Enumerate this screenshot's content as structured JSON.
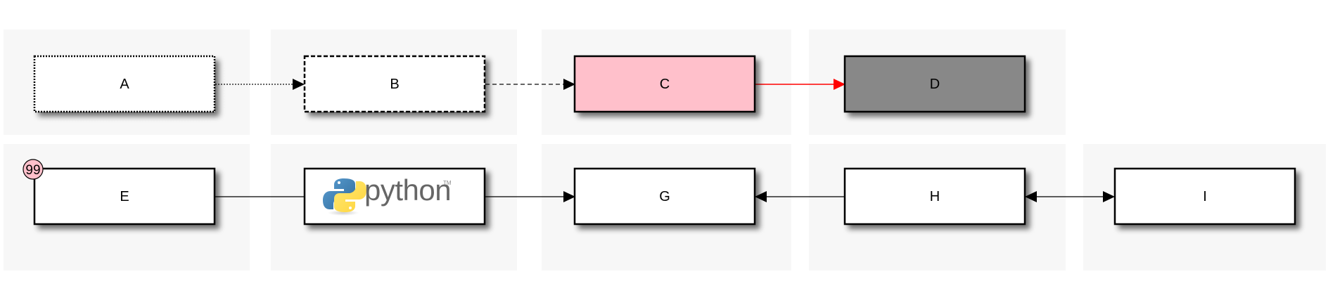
{
  "diagram": {
    "nodes": [
      {
        "id": "A",
        "label": "A",
        "fill": "#ffffff",
        "border": "dotted"
      },
      {
        "id": "B",
        "label": "B",
        "fill": "#ffffff",
        "border": "dashed"
      },
      {
        "id": "C",
        "label": "C",
        "fill": "#ffc0cb",
        "border": "solid"
      },
      {
        "id": "D",
        "label": "D",
        "fill": "#888888",
        "border": "solid"
      },
      {
        "id": "E",
        "label": "E",
        "fill": "#ffffff",
        "border": "solid",
        "badge": "99"
      },
      {
        "id": "F",
        "label": "",
        "fill": "#ffffff",
        "border": "solid",
        "logo_text": "python",
        "logo_tm": "TM"
      },
      {
        "id": "G",
        "label": "G",
        "fill": "#ffffff",
        "border": "solid"
      },
      {
        "id": "H",
        "label": "H",
        "fill": "#ffffff",
        "border": "solid"
      },
      {
        "id": "I",
        "label": "I",
        "fill": "#ffffff",
        "border": "solid"
      }
    ],
    "edges": [
      {
        "from": "A",
        "to": "B",
        "style": "dotted",
        "color": "#333333",
        "arrow": "forward"
      },
      {
        "from": "B",
        "to": "C",
        "style": "dashed",
        "color": "#333333",
        "arrow": "forward"
      },
      {
        "from": "C",
        "to": "D",
        "style": "solid",
        "color": "#ff0000",
        "arrow": "forward"
      },
      {
        "from": "E",
        "to": "F",
        "style": "solid",
        "color": "#000000",
        "arrow": "none"
      },
      {
        "from": "F",
        "to": "G",
        "style": "solid",
        "color": "#000000",
        "arrow": "forward"
      },
      {
        "from": "H",
        "to": "G",
        "style": "solid",
        "color": "#000000",
        "arrow": "forward"
      },
      {
        "from": "H",
        "to": "I",
        "style": "solid",
        "color": "#000000",
        "arrow": "both"
      }
    ],
    "colors": {
      "badge_fill": "#ffc0cb",
      "python_blue": "#3a72a8",
      "python_yellow": "#ffd343",
      "python_text": "#666666"
    }
  }
}
